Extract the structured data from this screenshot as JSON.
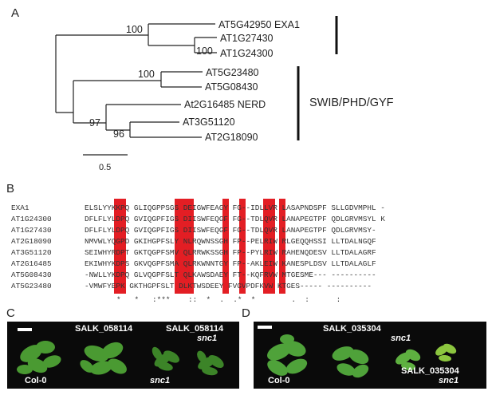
{
  "panels": {
    "a": "A",
    "b": "B",
    "c": "C",
    "d": "D"
  },
  "tree": {
    "leaves": [
      "AT5G42950 EXA1",
      "AT1G27430",
      "AT1G24300",
      "AT5G23480",
      "AT5G08430",
      "At2G16485 NERD",
      "AT3G51120",
      "AT2G18090"
    ],
    "bootstraps": [
      "100",
      "100",
      "100",
      "97",
      "96"
    ],
    "group_label": "SWIB/PHD/GYF",
    "scale_label": "0.5"
  },
  "alignment": {
    "names": [
      "EXA1",
      "AT1G24300",
      "AT1G27430",
      "AT2G18090",
      "AT3G51120",
      "AT2G16485",
      "AT5G08430",
      "AT5G23480"
    ],
    "seqs": [
      "ELSLYYKKPQ GLIQGPPSGS DEIGWFEAGY FG--IDLLVR LASAPNDSPF SLLGDVMPHL -",
      "DFLFLYLDPQ GVIQGPFIGS DIISWFEQGF FG--TDLQVR LANAPEGTPF QDLGRVMSYL K",
      "DFLFLYLDPQ GVIQGPFIGS DIISWFEQGF FG--TDLQVR LANAPEGTPF QDLGRVMSY-",
      "NMVWLYQGPD GKIHGPFSLY NLRQWNSSGH FP--PELRIW RLGEQQHSSI LLTDALNGQF",
      "SEIWHYRDPT GKTQGPFSMV QLRRWKSSGH FP--PYLRIW RAHENQDESV LLTDALAGRF",
      "EKIWHYKDPS GKVQGPFSMA QLRKWNNTGY FP--AKLEIW KANESPLDSV LLTDALAGLF",
      "-NWLLYKDPQ GLVQGPFSLT QLKAWSDAEY FT--KQFRVW MTGESME--- ----------",
      "-VMWFYEPK GKTHGPFSLT DLKTWSDEEY FVGVPDFKVW KTGES----- ----------"
    ],
    "consensus": "*   *   :***    ::  *  .  .*  *        .  :      :"
  },
  "photo_c": {
    "labels": [
      "SALK_058114",
      "SALK_058114",
      "snc1",
      "snc1",
      "Col-0"
    ]
  },
  "photo_d": {
    "labels": [
      "SALK_035304",
      "snc1",
      "SALK_035304",
      "snc1",
      "Col-0"
    ]
  },
  "colors": {
    "highlight": "#e31e24",
    "photo_bg": "#0a0a0a",
    "leaf": "#4a9a32"
  }
}
